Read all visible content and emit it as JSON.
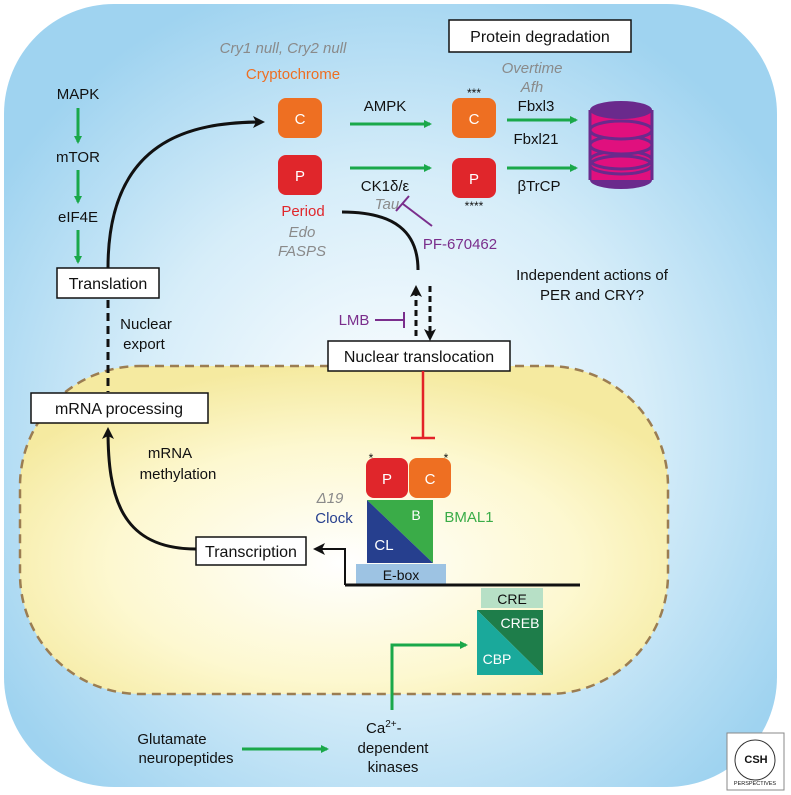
{
  "degradation_box": "Protein degradation",
  "cry_mutants": "Cry1 null, Cry2 null",
  "cryptochrome": "Cryptochrome",
  "overtime": "Overtime",
  "afh": "Afh",
  "c_letter": "C",
  "p_letter": "P",
  "ampk": "AMPK",
  "triple_star": "***",
  "quad_star": "****",
  "fbxl3": "Fbxl3",
  "fbxl21": "Fbxl21",
  "btrcp": "βTrCP",
  "ck1": "CK1δ/ε",
  "tau": "Tau",
  "period": "Period",
  "edo": "Edo",
  "fasps": "FASPS",
  "pf": "PF-670462",
  "mapk": "MAPK",
  "mtor": "mTOR",
  "eif4e": "eIF4E",
  "translation": "Translation",
  "independent_1": "Independent actions of",
  "independent_2": "PER and CRY?",
  "lmb": "LMB",
  "nuclear_export_1": "Nuclear",
  "nuclear_export_2": "export",
  "nuclear_translocation": "Nuclear translocation",
  "mrna_processing": "mRNA processing",
  "mrna_meth_1": "mRNA",
  "mrna_meth_2": "methylation",
  "star": "*",
  "delta19": "Δ19",
  "clock": "Clock",
  "b_letter": "B",
  "bmal1": "BMAL1",
  "cl": "CL",
  "transcription": "Transcription",
  "ebox": "E-box",
  "cre": "CRE",
  "creb": "CREB",
  "cbp": "CBP",
  "glutamate_1": "Glutamate",
  "glutamate_2": "neuropeptides",
  "ca_1": "Ca",
  "ca_sup": "2+",
  "ca_dash": "-",
  "ca_2": "dependent",
  "ca_3": "kinases",
  "logo_text": "CSH",
  "logo_sub": "PERSPECTIVES",
  "colors": {
    "cell": "#a9d8f2",
    "nucleus": "#fbf3b3",
    "arrow_green": "#1aa84a",
    "cry_orange": "#ee6f22",
    "per_red": "#e0262b",
    "inhibit_purple": "#7a2e8c",
    "inhibit_red": "#e32228",
    "bmal_green": "#3aac48",
    "clock_blue": "#263f8e",
    "ebox_blue": "#9dc3e3",
    "cre_green": "#b7e0c6",
    "creb_dark": "#1e7d4a",
    "cbp_teal": "#1aa99b",
    "proteasome": "#e0107e",
    "proteasome_dark": "#6a2a8c"
  }
}
